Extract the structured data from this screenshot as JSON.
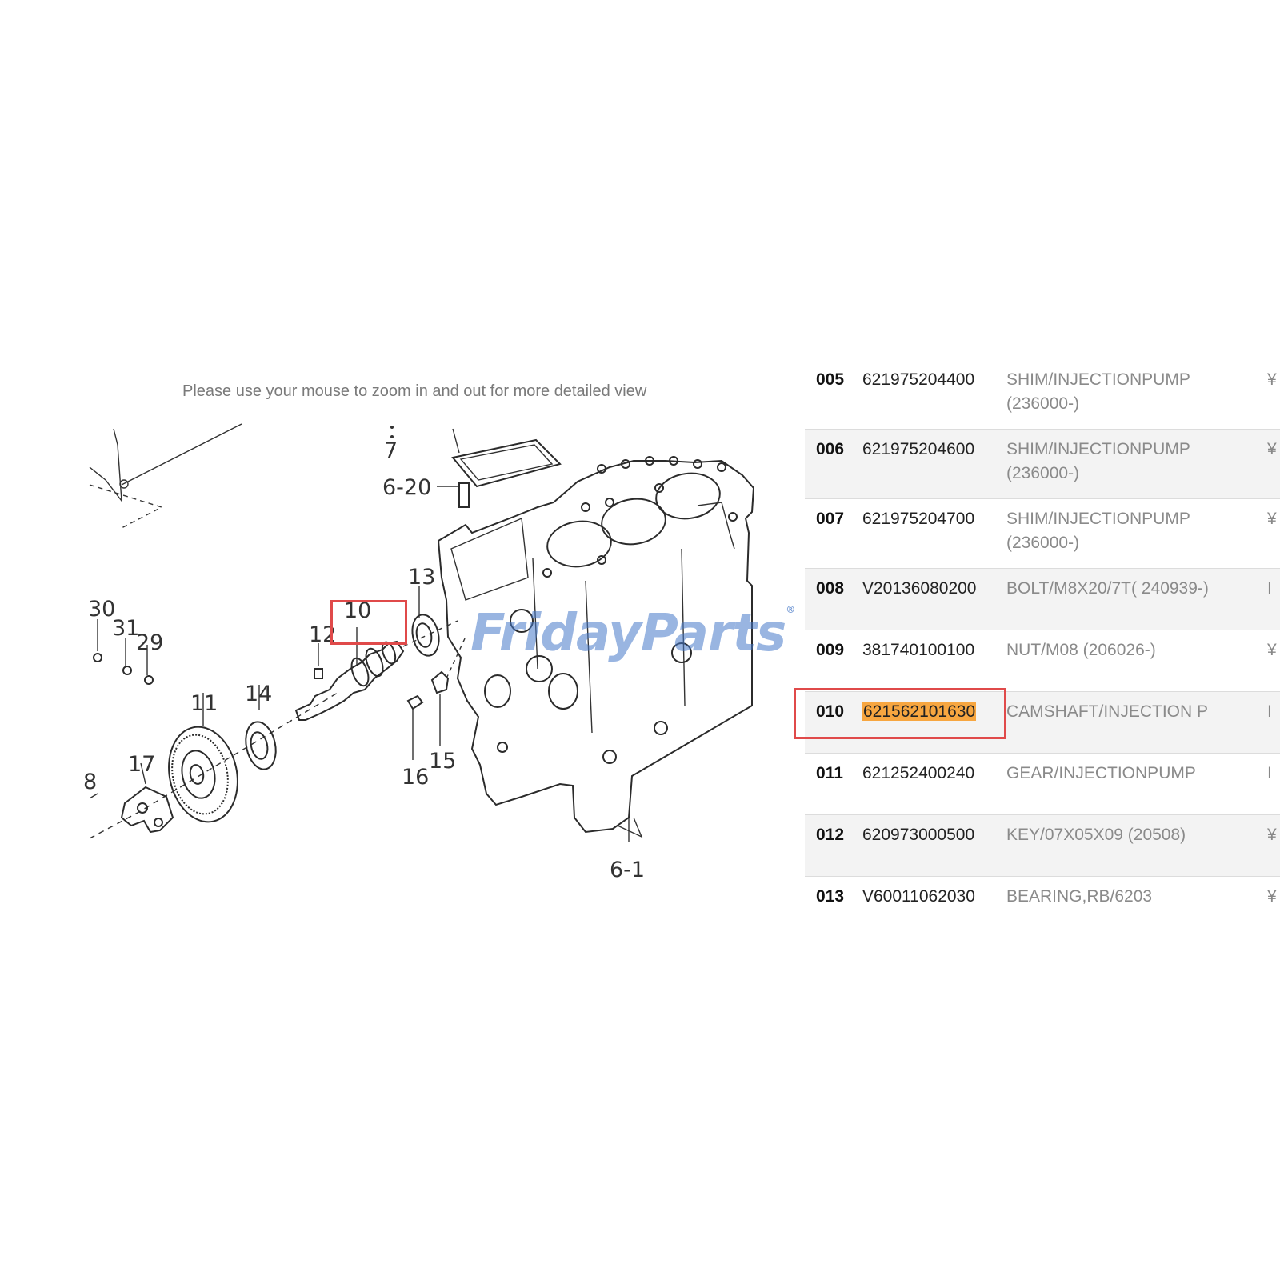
{
  "zoom_hint": "Please use your mouse to zoom in and out for more detailed view",
  "watermark": {
    "text": "FridayParts",
    "mark": "®"
  },
  "diagram": {
    "callouts": [
      "30",
      "31",
      "29",
      "11",
      "14",
      "17",
      "8",
      "10",
      "12",
      "13",
      "7",
      "6-20",
      "16",
      "15",
      "6-1"
    ],
    "highlighted_callout": "10"
  },
  "parts": [
    {
      "no": "005",
      "part_number": "621975204400",
      "description_1": "SHIM/INJECTIONPUMP",
      "description_2": "(236000-)",
      "cut": "¥"
    },
    {
      "no": "006",
      "part_number": "621975204600",
      "description_1": "SHIM/INJECTIONPUMP",
      "description_2": "(236000-)",
      "cut": "¥"
    },
    {
      "no": "007",
      "part_number": "621975204700",
      "description_1": "SHIM/INJECTIONPUMP",
      "description_2": "(236000-)",
      "cut": "¥"
    },
    {
      "no": "008",
      "part_number": "V20136080200",
      "description_1": "BOLT/M8X20/7T( 240939-)",
      "description_2": "",
      "cut": "I"
    },
    {
      "no": "009",
      "part_number": "381740100100",
      "description_1": "NUT/M08 (206026-)",
      "description_2": "",
      "cut": "¥"
    },
    {
      "no": "010",
      "part_number": "621562101630",
      "description_1": "CAMSHAFT/INJECTION P",
      "description_2": "",
      "cut": "I"
    },
    {
      "no": "011",
      "part_number": "621252400240",
      "description_1": "GEAR/INJECTIONPUMP",
      "description_2": "",
      "cut": "I"
    },
    {
      "no": "012",
      "part_number": "620973000500",
      "description_1": "KEY/07X05X09 (20508)",
      "description_2": "",
      "cut": "¥"
    },
    {
      "no": "013",
      "part_number": "V60011062030",
      "description_1": "BEARING,RB/6203",
      "description_2": "",
      "cut": "¥"
    }
  ],
  "colors": {
    "highlight_box": "#e04a4a",
    "part_number_highlight": "#f7a640",
    "watermark": "#4678c8"
  }
}
